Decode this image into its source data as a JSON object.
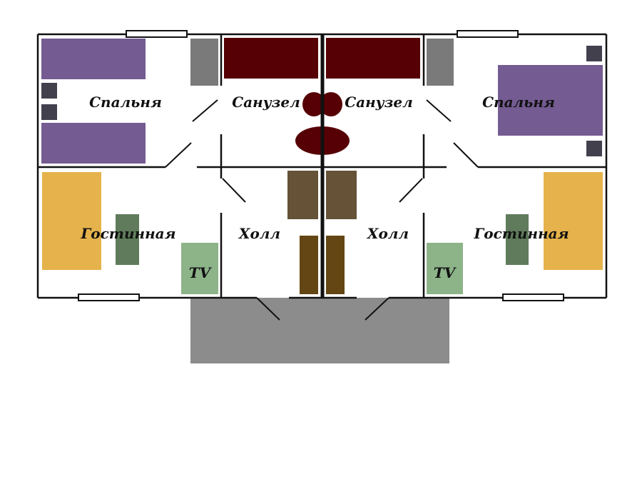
{
  "labels": {
    "bedroom_left": "Спальня",
    "bedroom_right": "Спальня",
    "bathroom_left": "Санузел",
    "bathroom_right": "Санузел",
    "living_left": "Гостинная",
    "living_right": "Гостинная",
    "hall_left": "Холл",
    "hall_right": "Холл",
    "tv_left": "TV",
    "tv_right": "TV"
  },
  "colors": {
    "bed": "#745b91",
    "nightstand": "#43404e",
    "wardrobe": "#7a7a7a",
    "bath": "#560005",
    "sofa": "#e5b24b",
    "table": "#5f7b5b",
    "tv": "#8db389",
    "hall_cabinet": "#655237",
    "hall_door_panel": "#634613",
    "porch": "#8c8c8c",
    "wall": "#111111"
  }
}
